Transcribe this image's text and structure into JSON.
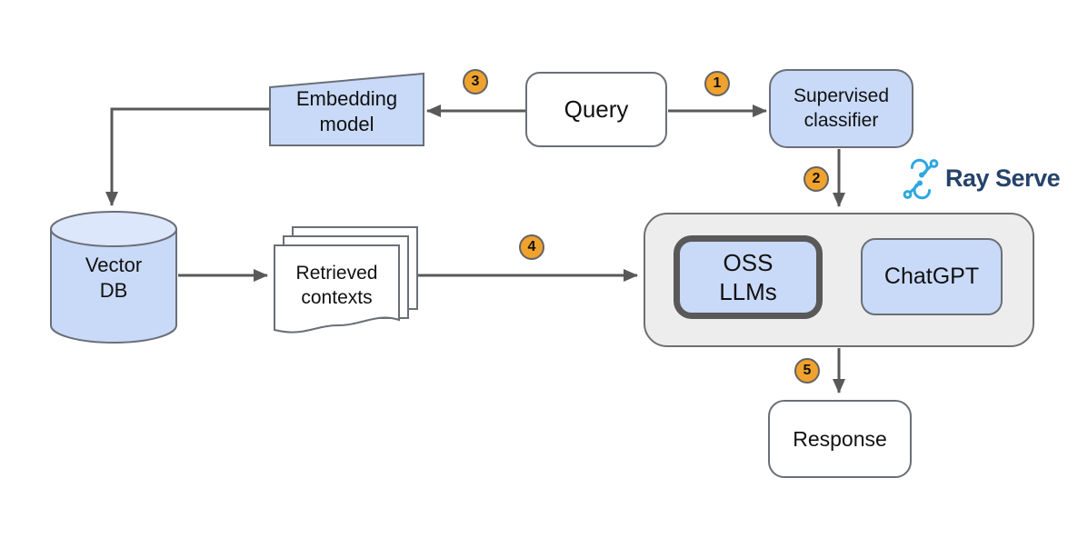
{
  "diagram": {
    "description": "RAG query routing flow served with Ray Serve"
  },
  "nodes": {
    "embedding_model": {
      "label": "Embedding\nmodel"
    },
    "query": {
      "label": "Query"
    },
    "supervised_classifier": {
      "label": "Supervised\nclassifier"
    },
    "vector_db": {
      "label": "Vector\nDB"
    },
    "retrieved_contexts": {
      "label": "Retrieved\ncontexts"
    },
    "oss_llms": {
      "label": "OSS\nLLMs"
    },
    "chatgpt": {
      "label": "ChatGPT"
    },
    "response": {
      "label": "Response"
    }
  },
  "steps": [
    "1",
    "2",
    "3",
    "4",
    "5"
  ],
  "logo": {
    "text": "Ray Serve"
  },
  "colors": {
    "node_fill_blue": "#c9daf8",
    "cylinder_top": "#dde7fb",
    "container_fill": "#ededed",
    "shape_border": "#6a6f77",
    "thick_border": "#595959",
    "arrow": "#595959",
    "badge_fill": "#f0a22e",
    "badge_border": "#636363",
    "logo_icon_blue": "#2ea7e0",
    "logo_text_navy": "#25436a",
    "background": "#ffffff"
  }
}
